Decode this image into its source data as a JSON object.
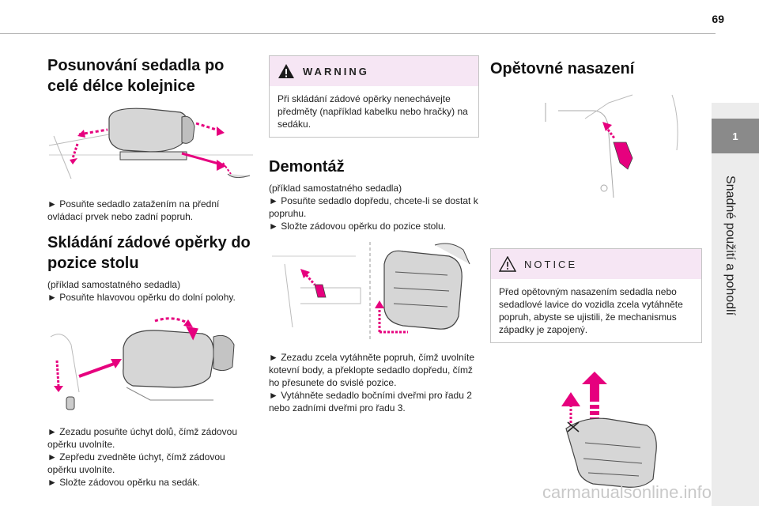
{
  "page_number": "69",
  "side_tab": {
    "chapter": "1",
    "title": "Snadné použití a pohodlí"
  },
  "col1": {
    "heading1": "Posunování sedadla po celé délce kolejnice",
    "instr1": "Posuňte sedadlo zatažením na přední ovládací prvek nebo zadní popruh.",
    "heading2": "Skládání zádové opěrky do pozice stolu",
    "intro2": "(příklad samostatného sedadla)",
    "instr2": "Posuňte hlavovou opěrku do dolní polohy.",
    "instr3": "Zezadu posuňte úchyt dolů, čímž zádovou opěrku uvolníte.",
    "instr4": "Zepředu zvedněte úchyt, čímž zádovou opěrku uvolníte.",
    "instr5": "Složte zádovou opěrku na sedák."
  },
  "col2": {
    "warning_label": "WARNING",
    "warning_text": "Při skládání zádové opěrky nenechávejte předměty (například kabelku nebo hračky) na sedáku.",
    "heading": "Demontáž",
    "intro": "(příklad samostatného sedadla)",
    "instr1": "Posuňte sedadlo dopředu, chcete-li se dostat k popruhu.",
    "instr2": "Složte zádovou opěrku do pozice stolu.",
    "instr3": "Zezadu zcela vytáhněte popruh, čímž uvolníte kotevní body, a překlopte sedadlo dopředu, čímž ho přesunete do svislé pozice.",
    "instr4": "Vytáhněte sedadlo bočními dveřmi pro řadu 2 nebo zadními dveřmi pro řadu 3."
  },
  "col3": {
    "heading": "Opětovné nasazení",
    "notice_label": "NOTICE",
    "notice_text": "Před opětovným nasazením sedadla nebo sedadlové lavice do vozidla zcela vytáhněte popruh, abyste se ujistili, že mechanismus západky je zapojený."
  },
  "watermark": "carmanualsonline.info",
  "colors": {
    "accent": "#e6007e",
    "note_bg": "#f6e6f4",
    "tab": "#8a8a8a"
  }
}
